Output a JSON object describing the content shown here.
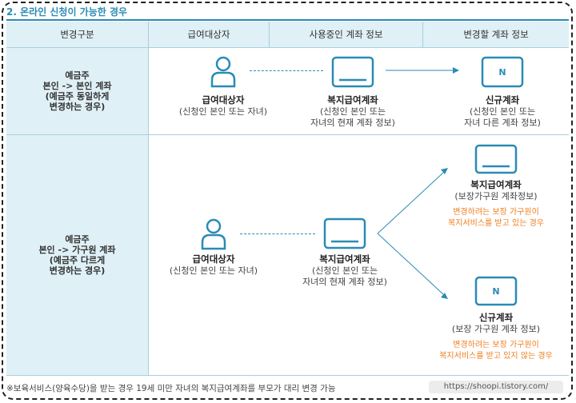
{
  "section_title": "2. 온라인 신청이 가능한 경우",
  "header": {
    "col1": "변경구분",
    "col2": "급여대상자",
    "col3": "사용중인 계좌 정보",
    "col4": "변경할 계좌 정보"
  },
  "row1": {
    "category": [
      "예금주",
      "본인 -> 본인 계좌",
      "(예금주 동일하게",
      "변경하는 경우)"
    ],
    "beneficiary": {
      "title": "급여대상자",
      "desc": "(신청인 본인 또는 자녀)"
    },
    "current": {
      "title": "복지급여계좌",
      "desc1": "(신청인 본인 또는",
      "desc2": "자녀의 현재 계좌 정보)"
    },
    "new": {
      "title": "신규계좌",
      "desc1": "(신청인 본인 또는",
      "desc2": "자녀 다른 계좌 정보)"
    }
  },
  "row2": {
    "category": [
      "예금주",
      "본인 -> 가구원 계좌",
      "(예금주 다르게",
      "변경하는 경우)"
    ],
    "beneficiary": {
      "title": "급여대상자",
      "desc": "(신청인 본인 또는 자녀)"
    },
    "current": {
      "title": "복지급여계좌",
      "desc1": "(신청인 본인 또는",
      "desc2": "자녀의 현재 계좌 정보)"
    },
    "target_a": {
      "title": "복지급여계좌",
      "desc": "(보장가구원 계좌정보)",
      "note1": "변경하려는 보장 가구원이",
      "note2": "복지서비스를 받고 있는 경우"
    },
    "target_b": {
      "title": "신규계좌",
      "desc": "(보장 가구원 계좌 정보)",
      "note1": "변경하려는 보장 가구원이",
      "note2": "복지서비스를 받고 있지 않는 경우"
    }
  },
  "card_letter": "N",
  "footnote": "※보육서비스(양육수당)을 받는 경우 19세 미만 자녀의 복지급여계좌를 부모가 대리 변경 가능",
  "watermark": "https://shoopi.tistory.com/",
  "colors": {
    "accent": "#2a8bb5",
    "header_bg": "#dff0f6",
    "note": "#f07d1d"
  }
}
